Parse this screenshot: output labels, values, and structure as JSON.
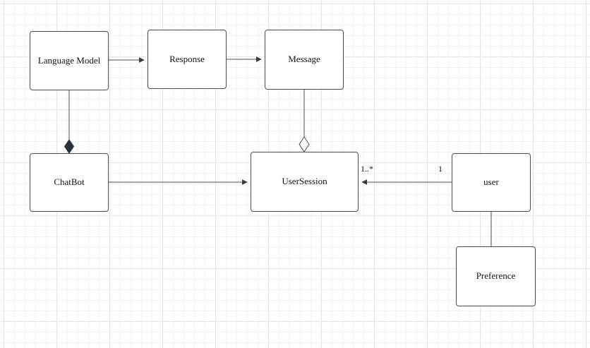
{
  "diagram": {
    "type": "uml-class-diagram",
    "nodes": [
      {
        "id": "language-model",
        "label": "Language Model"
      },
      {
        "id": "response",
        "label": "Response"
      },
      {
        "id": "message",
        "label": "Message"
      },
      {
        "id": "chatbot",
        "label": "ChatBot"
      },
      {
        "id": "user-session",
        "label": "UserSession"
      },
      {
        "id": "user",
        "label": "user"
      },
      {
        "id": "preference",
        "label": "Preference"
      }
    ],
    "edges": [
      {
        "from": "language-model",
        "to": "response",
        "type": "directed-arrow"
      },
      {
        "from": "response",
        "to": "message",
        "type": "directed-arrow"
      },
      {
        "from": "language-model",
        "to": "chatbot",
        "type": "composition-filled-diamond"
      },
      {
        "from": "message",
        "to": "user-session",
        "type": "aggregation-hollow-diamond"
      },
      {
        "from": "chatbot",
        "to": "user-session",
        "type": "directed-arrow"
      },
      {
        "from": "user",
        "to": "user-session",
        "type": "directed-arrow",
        "label_near_target": "1..*",
        "label_near_source": "1"
      },
      {
        "from": "user",
        "to": "preference",
        "type": "plain-line"
      }
    ],
    "edge_labels": {
      "usersession_multiplicity": "1..*",
      "user_multiplicity": "1"
    },
    "colors": {
      "node_fill": "#ffffff",
      "node_border": "#4d4d4d",
      "edge_stroke": "#4d4d4d",
      "composition_diamond_fill": "#2d3138",
      "grid_minor": "#f3f3f3",
      "grid_major": "#e4e4e4",
      "canvas_background": "#ffffff"
    }
  }
}
